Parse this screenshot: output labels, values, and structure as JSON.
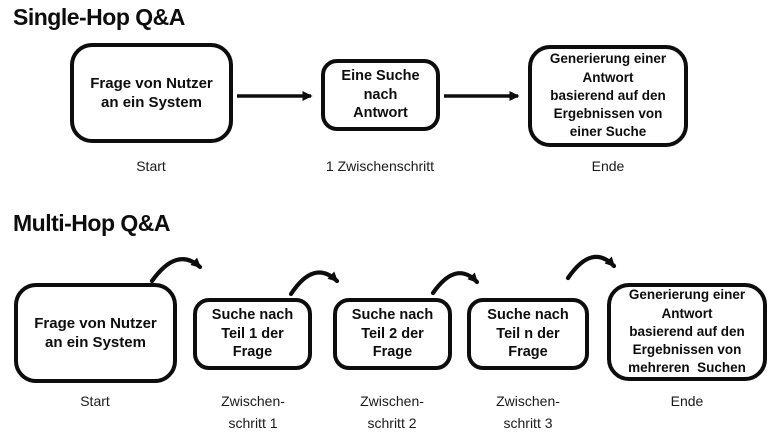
{
  "page": {
    "background": "#ffffff",
    "stroke_color": "#0d0d0d"
  },
  "single_hop": {
    "title": "Single-Hop Q&A",
    "nodes": [
      {
        "text": "Frage von Nutzer\nan ein System",
        "label": "Start"
      },
      {
        "text": "Eine Suche\nnach\nAntwort",
        "label": "1 Zwischenschritt"
      },
      {
        "text": "Generierung einer\nAntwort\nbasierend auf den\nErgebnissen von\neiner Suche",
        "label": "Ende"
      }
    ]
  },
  "multi_hop": {
    "title": "Multi-Hop Q&A",
    "nodes": [
      {
        "text": "Frage von Nutzer\nan ein System",
        "label": "Start"
      },
      {
        "text": "Suche nach\nTeil 1 der\nFrage",
        "label": "Zwischen-\nschritt 1"
      },
      {
        "text": "Suche nach\nTeil 2 der\nFrage",
        "label": "Zwischen-\nschritt 2"
      },
      {
        "text": "Suche nach\nTeil n der\nFrage",
        "label": "Zwischen-\nschritt 3"
      },
      {
        "text": "Generierung einer\nAntwort\nbasierend auf den\nErgebnissen von\nmehreren  Suchen",
        "label": "Ende"
      }
    ]
  }
}
